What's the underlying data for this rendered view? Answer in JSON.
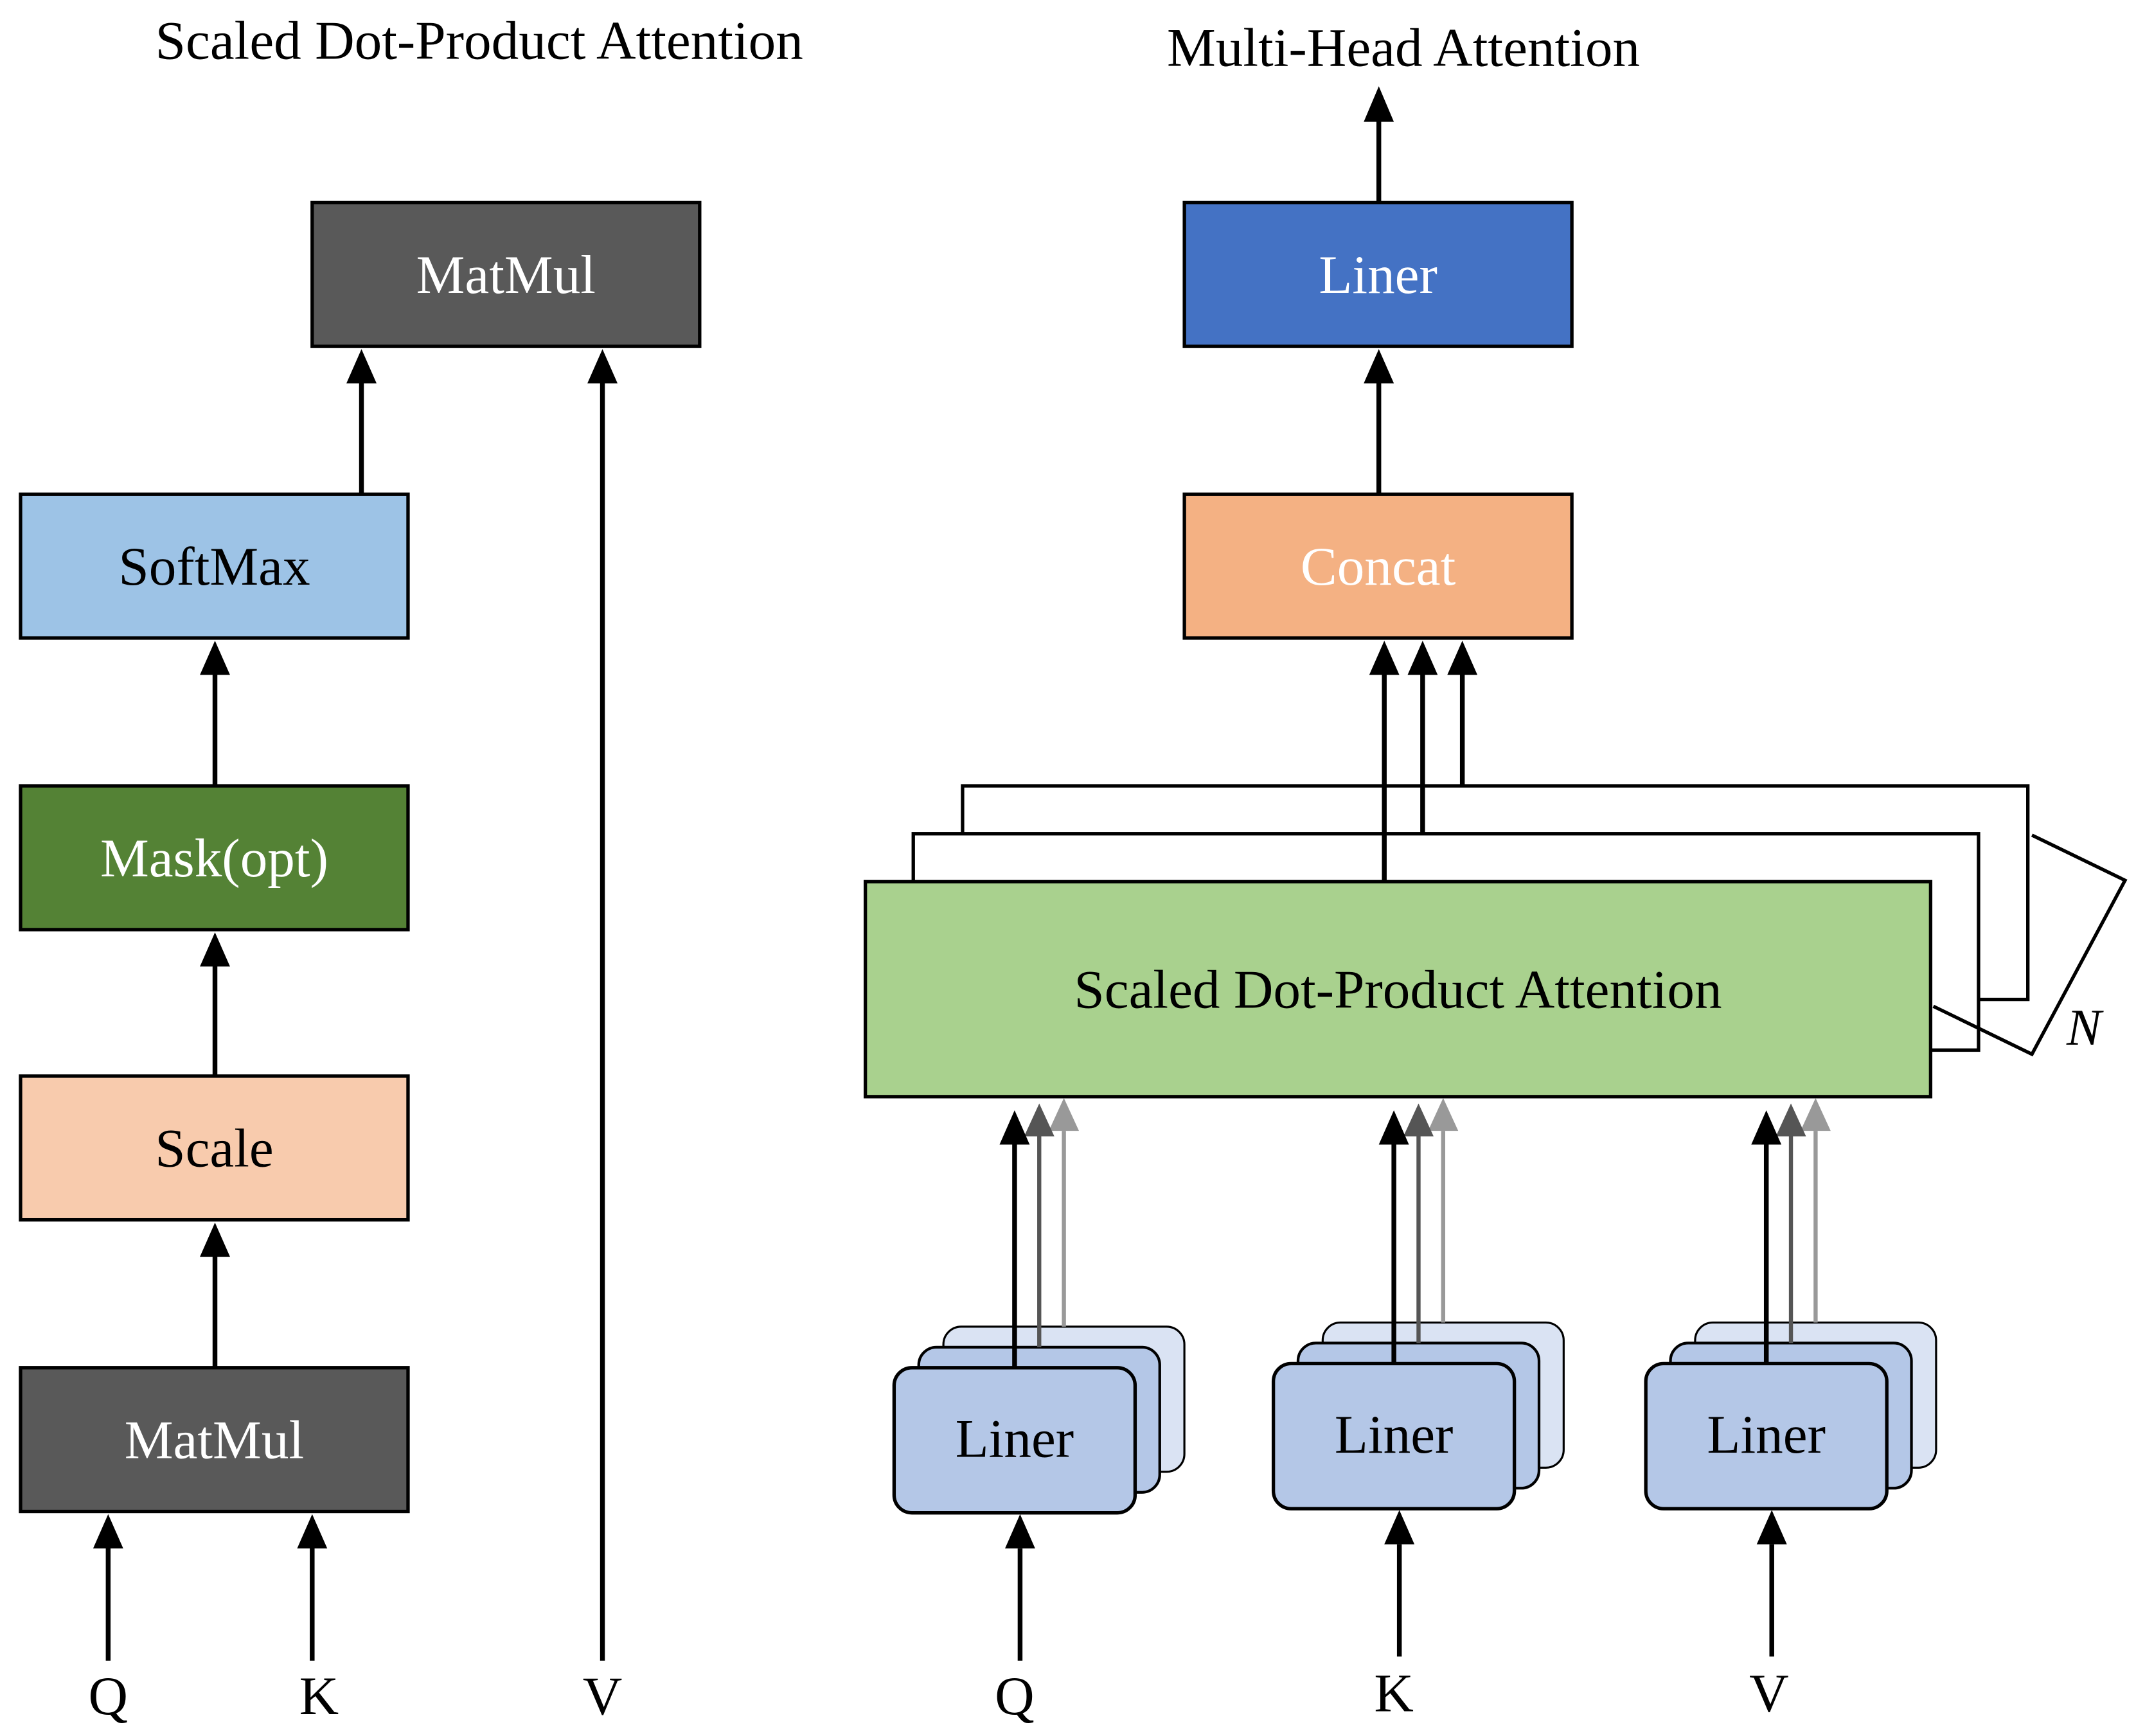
{
  "left_panel": {
    "title": "Scaled Dot-Product Attention",
    "matmul_top": "MatMul",
    "softmax": "SoftMax",
    "mask": "Mask(opt)",
    "scale": "Scale",
    "matmul_bottom": "MatMul",
    "inputs": {
      "q": "Q",
      "k": "K",
      "v": "V"
    }
  },
  "right_panel": {
    "title": "Multi-Head Attention",
    "linear_out": "Liner",
    "concat": "Concat",
    "sdpa": "Scaled Dot-Product Attention",
    "heads_label": "N",
    "linear_q": "Liner",
    "linear_k": "Liner",
    "linear_v": "Liner",
    "inputs": {
      "q": "Q",
      "k": "K",
      "v": "V"
    }
  },
  "colors": {
    "matmul": "#595959",
    "softmax": "#9dc3e6",
    "mask": "#548235",
    "scale": "#f8cbad",
    "linear_out": "#4472c4",
    "concat": "#f4b183",
    "sdpa": "#a9d18e",
    "linear_in": "#b4c7e7",
    "linear_in_back": "#dae3f3",
    "stroke": "#000000",
    "arrow_mid": "#555555",
    "arrow_light": "#999999"
  }
}
